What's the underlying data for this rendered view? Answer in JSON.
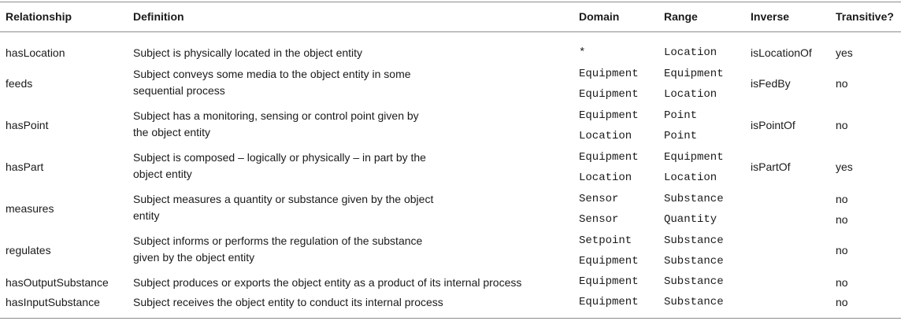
{
  "headers": {
    "relationship": "Relationship",
    "definition": "Definition",
    "domain": "Domain",
    "range": "Range",
    "inverse": "Inverse",
    "transitive": "Transitive?"
  },
  "rows": [
    {
      "relationship": "hasLocation",
      "definition": [
        "Subject is physically located in the object entity"
      ],
      "domain": [
        "*"
      ],
      "range": [
        "Location"
      ],
      "inverse": "isLocationOf",
      "transitive": [
        "yes"
      ]
    },
    {
      "relationship": "feeds",
      "definition": [
        "Subject conveys some media to the object entity in some",
        "sequential process"
      ],
      "domain": [
        "Equipment",
        "Equipment"
      ],
      "range": [
        "Equipment",
        "Location"
      ],
      "inverse": "isFedBy",
      "transitive": [
        "no"
      ]
    },
    {
      "relationship": "hasPoint",
      "definition": [
        "Subject has a monitoring, sensing or control point given by",
        "the object entity"
      ],
      "domain": [
        "Equipment",
        "Location"
      ],
      "range": [
        "Point",
        "Point"
      ],
      "inverse": "isPointOf",
      "transitive": [
        "no"
      ]
    },
    {
      "relationship": "hasPart",
      "definition": [
        "Subject is composed – logically or physically – in part by the",
        "object entity"
      ],
      "domain": [
        "Equipment",
        "Location"
      ],
      "range": [
        "Equipment",
        "Location"
      ],
      "inverse": "isPartOf",
      "transitive": [
        "yes"
      ]
    },
    {
      "relationship": "measures",
      "definition": [
        "Subject measures a quantity or substance given by the object",
        "entity"
      ],
      "domain": [
        "Sensor",
        "Sensor"
      ],
      "range": [
        "Substance",
        "Quantity"
      ],
      "inverse": "",
      "transitive": [
        "no",
        "no"
      ]
    },
    {
      "relationship": "regulates",
      "definition": [
        "Subject informs or performs the regulation of the substance",
        "given by the object entity"
      ],
      "domain": [
        "Setpoint",
        "Equipment"
      ],
      "range": [
        "Substance",
        "Substance"
      ],
      "inverse": "",
      "transitive": [
        "no"
      ]
    },
    {
      "relationship": "hasOutputSubstance",
      "definition": [
        "Subject produces or exports the object entity as a product of its internal process"
      ],
      "domain": [
        "Equipment"
      ],
      "range": [
        "Substance"
      ],
      "inverse": "",
      "transitive": [
        "no"
      ]
    },
    {
      "relationship": "hasInputSubstance",
      "definition": [
        "Subject receives the object entity to conduct its internal process"
      ],
      "domain": [
        "Equipment"
      ],
      "range": [
        "Substance"
      ],
      "inverse": "",
      "transitive": [
        "no"
      ]
    }
  ]
}
